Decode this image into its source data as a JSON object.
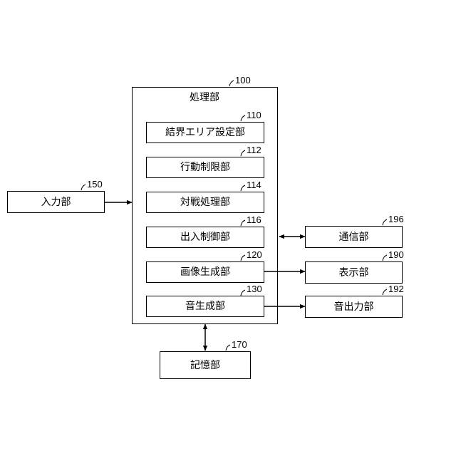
{
  "processing_unit": {
    "label": "処理部",
    "ref": "100",
    "modules": [
      {
        "label": "結界エリア設定部",
        "ref": "110"
      },
      {
        "label": "行動制限部",
        "ref": "112"
      },
      {
        "label": "対戦処理部",
        "ref": "114"
      },
      {
        "label": "出入制御部",
        "ref": "116"
      },
      {
        "label": "画像生成部",
        "ref": "120"
      },
      {
        "label": "音生成部",
        "ref": "130"
      }
    ]
  },
  "input_unit": {
    "label": "入力部",
    "ref": "150"
  },
  "storage_unit": {
    "label": "記憶部",
    "ref": "170"
  },
  "communication_unit": {
    "label": "通信部",
    "ref": "196"
  },
  "display_unit": {
    "label": "表示部",
    "ref": "190"
  },
  "sound_output_unit": {
    "label": "音出力部",
    "ref": "192"
  }
}
